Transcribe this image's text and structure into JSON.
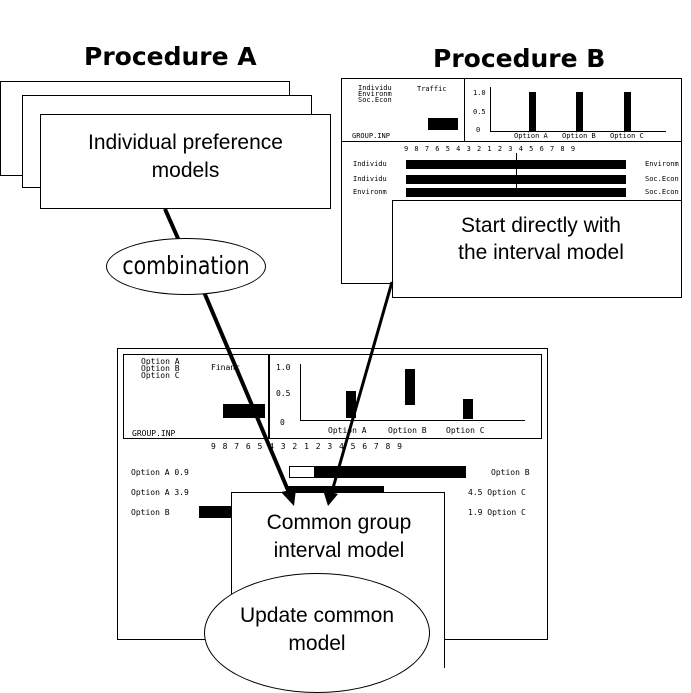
{
  "procedure_a": {
    "title": "Procedure A",
    "card_text_1": "Individual preference",
    "card_text_2": "models",
    "combination": "combination"
  },
  "procedure_b": {
    "title": "Procedure B",
    "panel": {
      "crit_1": "Individu",
      "crit_2": "Environm",
      "crit_3": "Soc.Econ",
      "crit_title": "Traffic",
      "file": "GROUP.INP",
      "ylabel_top": "1.0",
      "ylabel_mid": "0.5",
      "ylabel_zero": "0",
      "options": [
        "Option A",
        "Option B",
        "Option C"
      ],
      "scale": "9 8 7 6 5 4 3 2 1 2 3 4 5 6 7 8 9",
      "row_left": [
        "Individu",
        "Individu",
        "Environm"
      ],
      "row_right": [
        "Environm",
        "Soc.Econ",
        "Soc.Econ"
      ]
    },
    "start_text_1": "Start directly with",
    "start_text_2": "the interval model"
  },
  "group": {
    "options_list": [
      "Option A",
      "Option B",
      "Option C"
    ],
    "crit_title": "Financ",
    "file": "GROUP.INP",
    "ylabel_top": "1.0",
    "ylabel_mid": "0.5",
    "ylabel_zero": "0",
    "axis_options": [
      "Option A",
      "Option B",
      "Option C"
    ],
    "scale": "9 8 7 6 5 4 3 2 1 2 3 4 5 6 7 8 9",
    "rows": [
      {
        "left": "Option A 0.9",
        "right": "Option B"
      },
      {
        "left": "Option A 3.9",
        "right": "4.5 Option C"
      },
      {
        "left": "Option B",
        "right": "1.9 Option C"
      }
    ],
    "common_1": "Common group",
    "common_2": "interval model",
    "update_1": "Update common",
    "update_2": "model"
  }
}
